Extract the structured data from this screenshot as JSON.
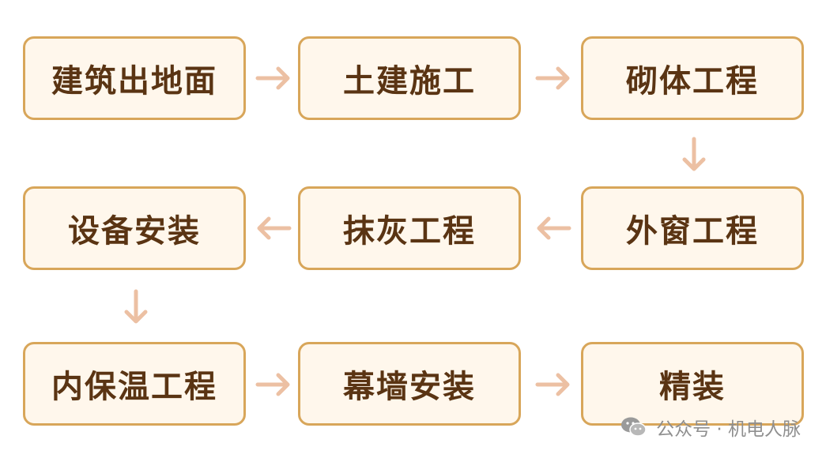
{
  "steps": [
    "建筑出地面",
    "土建施工",
    "砌体工程",
    "外窗工程",
    "抹灰工程",
    "设备安装",
    "内保温工程",
    "幕墙安装",
    "精装"
  ],
  "watermark": {
    "text": "公众号 · 机电人脉",
    "icon": "wechat-icon"
  },
  "colors": {
    "box_border": "#d8a65a",
    "box_fill": "#fff7ec",
    "text": "#5a3413",
    "arrow": "#ecc0a3"
  }
}
